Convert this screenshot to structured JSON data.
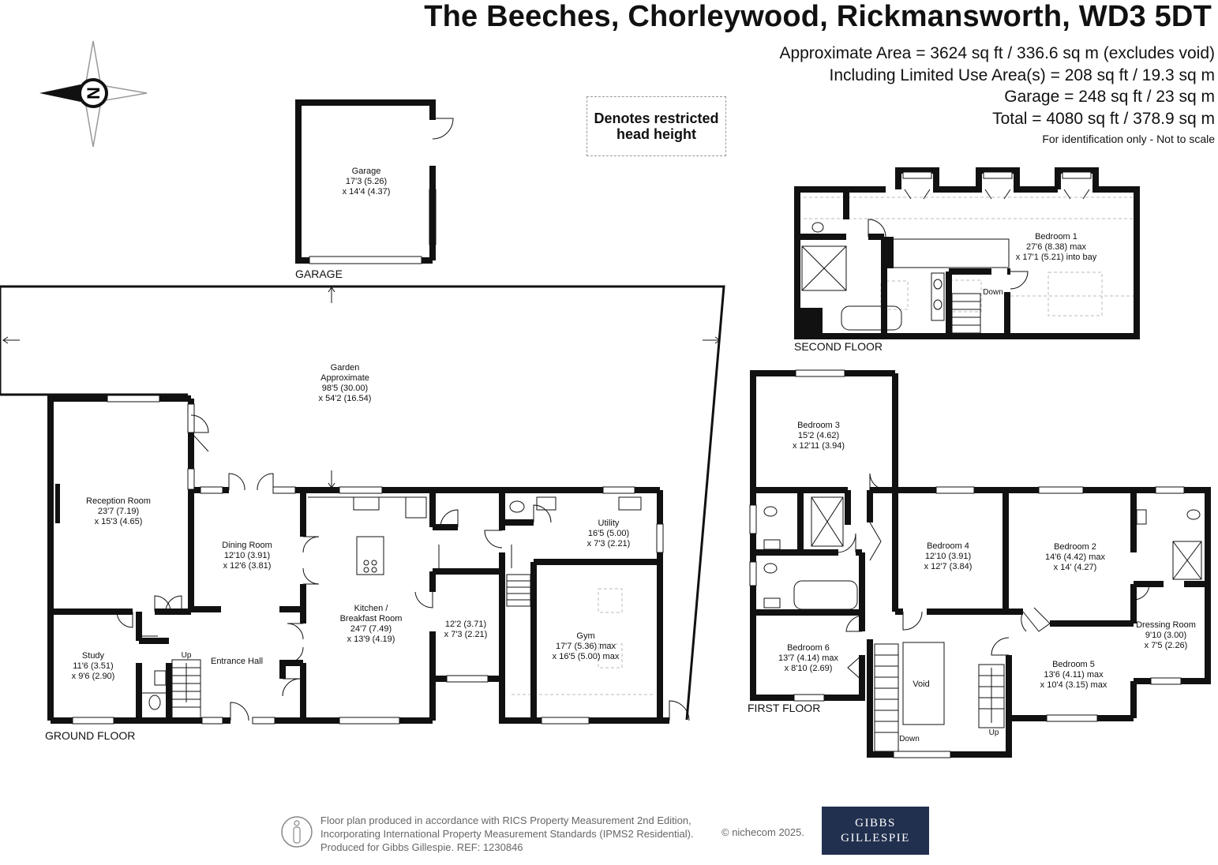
{
  "header": {
    "title": "The Beeches, Chorleywood, Rickmansworth, WD3 5DT",
    "area_lines": [
      "Approximate Area = 3624 sq ft / 336.6 sq m (excludes void)",
      "Including Limited Use Area(s) = 208 sq ft / 19.3 sq m",
      "Garage = 248 sq ft / 23 sq m",
      "Total = 4080 sq ft / 378.9 sq m"
    ],
    "scale_note": "For identification only - Not to scale"
  },
  "legend": {
    "line1": "Denotes restricted",
    "line2": "head height"
  },
  "compass": {
    "letter": "N",
    "icon": "compass-rose-icon"
  },
  "floor_labels": {
    "garage": "GARAGE",
    "ground": "GROUND FLOOR",
    "first": "FIRST FLOOR",
    "second": "SECOND FLOOR"
  },
  "rooms": {
    "garage": [
      "Garage",
      "17'3 (5.26)",
      "x 14'4 (4.37)"
    ],
    "garden": [
      "Garden",
      "Approximate",
      "98'5 (30.00)",
      "x 54'2 (16.54)"
    ],
    "reception": [
      "Reception Room",
      "23'7 (7.19)",
      "x 15'3 (4.65)"
    ],
    "dining": [
      "Dining Room",
      "12'10 (3.91)",
      "x 12'6 (3.81)"
    ],
    "kitchen": [
      "Kitchen /",
      "Breakfast Room",
      "24'7 (7.49)",
      "x 13'9 (4.19)"
    ],
    "utility": [
      "Utility",
      "16'5 (5.00)",
      "x 7'3 (2.21)"
    ],
    "unnamed": [
      "12'2 (3.71)",
      "x 7'3 (2.21)"
    ],
    "gym": [
      "Gym",
      "17'7 (5.36) max",
      "x 16'5 (5.00) max"
    ],
    "study": [
      "Study",
      "11'6 (3.51)",
      "x 9'6 (2.90)"
    ],
    "entrance": [
      "Entrance Hall"
    ],
    "bedroom1": [
      "Bedroom 1",
      "27'6 (8.38) max",
      "x 17'1 (5.21) into bay"
    ],
    "bedroom2": [
      "Bedroom 2",
      "14'6 (4.42) max",
      "x 14' (4.27)"
    ],
    "bedroom3": [
      "Bedroom 3",
      "15'2 (4.62)",
      "x 12'11 (3.94)"
    ],
    "bedroom4": [
      "Bedroom 4",
      "12'10 (3.91)",
      "x 12'7 (3.84)"
    ],
    "bedroom5": [
      "Bedroom 5",
      "13'6 (4.11) max",
      "x 10'4 (3.15) max"
    ],
    "bedroom6": [
      "Bedroom 6",
      "13'7 (4.14) max",
      "x 8'10 (2.69)"
    ],
    "dressing": [
      "Dressing Room",
      "9'10 (3.00)",
      "x 7'5 (2.26)"
    ],
    "void": [
      "Void"
    ]
  },
  "stairs": {
    "up": "Up",
    "down": "Down"
  },
  "footer": {
    "lines": [
      "Floor plan produced in accordance with RICS Property Measurement 2nd Edition,",
      "Incorporating International Property Measurement Standards (IPMS2 Residential).",
      "Produced for Gibbs Gillespie.   REF:  1230846"
    ],
    "copyright": "© nichecom 2025.",
    "logo_line1": "GIBBS",
    "logo_line2": "GILLESPIE",
    "accent_color": "#22304f"
  }
}
